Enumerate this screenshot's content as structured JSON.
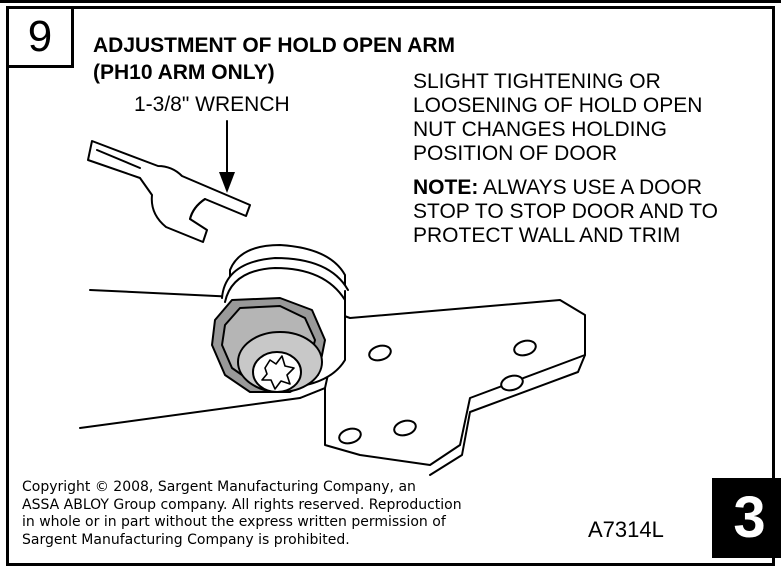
{
  "step": {
    "number": "9"
  },
  "header": {
    "title": "ADJUSTMENT OF HOLD OPEN ARM",
    "subtitle": "(PH10 ARM ONLY)"
  },
  "illustration": {
    "wrench_label": "1-3/8\" WRENCH"
  },
  "instructions": {
    "lines": [
      "SLIGHT TIGHTENING OR",
      "LOOSENING OF HOLD OPEN",
      "NUT CHANGES HOLDING",
      "POSITION OF DOOR"
    ],
    "note_label": "NOTE:",
    "note_first": " ALWAYS USE A DOOR",
    "note_lines": [
      "STOP TO STOP DOOR AND TO",
      "PROTECT WALL AND TRIM"
    ]
  },
  "footer": {
    "copyright_lines": [
      "Copyright © 2008, Sargent Manufacturing Company, an",
      "ASSA ABLOY Group company. All rights reserved. Reproduction",
      "in whole or in part without the express written permission of",
      "Sargent Manufacturing Company is prohibited."
    ],
    "code": "A7314L",
    "page_number": "3"
  }
}
